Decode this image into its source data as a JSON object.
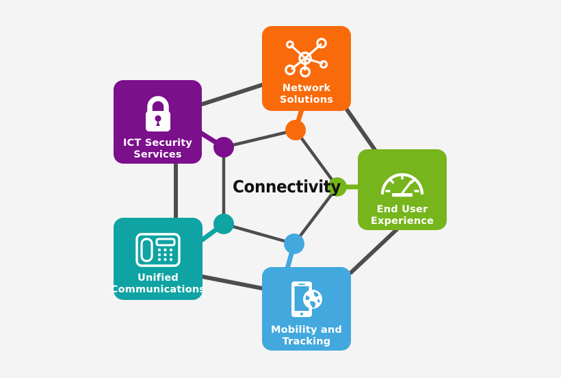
{
  "diagram": {
    "title": "Connectivity",
    "center_label": "Connectivity",
    "background_color": "#f4f4f4",
    "link_color": "#4d4d4d",
    "type": "hub-and-spoke network diagram",
    "nodes": [
      {
        "id": "ict-security-services",
        "label": "ICT Security\nServices",
        "color": "#7b0f8c",
        "icon": "lock-icon",
        "hub_color": "#7b0f8c"
      },
      {
        "id": "network-solutions",
        "label": "Network\nSolutions",
        "color": "#f96a0b",
        "icon": "network-nodes-icon",
        "hub_color": "#f96a0b"
      },
      {
        "id": "end-user-experience",
        "label": "End User\nExperience",
        "color": "#76b51b",
        "icon": "speedometer-icon",
        "hub_color": "#76b51b"
      },
      {
        "id": "unified-communications",
        "label": "Unified\nCommunications",
        "color": "#10a3a3",
        "icon": "desk-phone-icon",
        "hub_color": "#10a3a3"
      },
      {
        "id": "mobility-and-tracking",
        "label": "Mobility and\nTracking",
        "color": "#42a8dd",
        "icon": "smartphone-globe-icon",
        "hub_color": "#42a8dd"
      }
    ]
  }
}
